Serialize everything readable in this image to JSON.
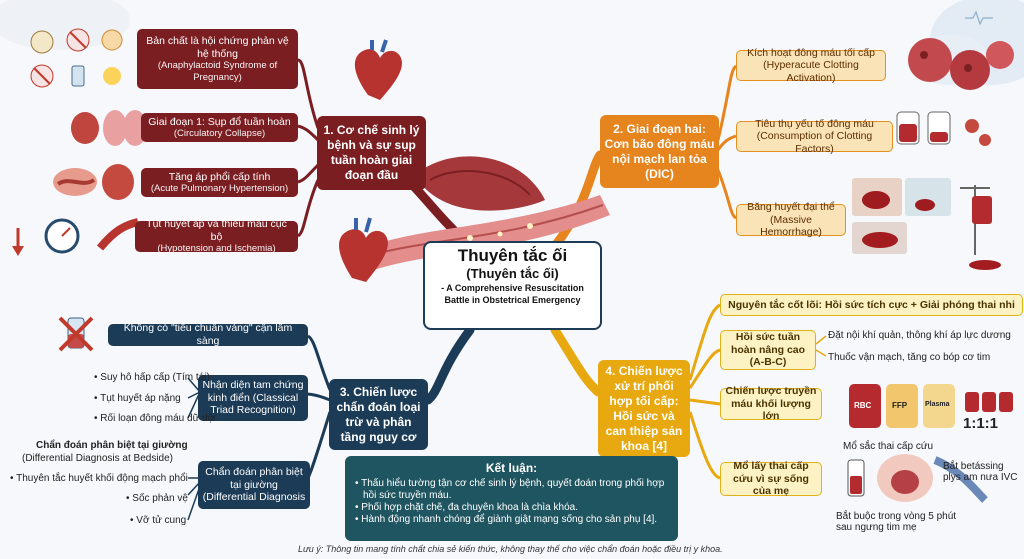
{
  "center": {
    "title": "Thuyên tắc ối",
    "subtitle": "(Thuyên tắc ối)",
    "tagline": "- A Comprehensive Resuscitation Battle in Obstetrical Emergency"
  },
  "branch1": {
    "title": "1. Cơ chế sinh lý bệnh và sự sụp tuần hoàn giai đoạn đầu",
    "items": [
      {
        "vi": "Bản chất là hội chứng phản vệ hệ thống",
        "en": "(Anaphylactoid Syndrome of Pregnancy)"
      },
      {
        "vi": "Giai đoạn 1: Sụp đổ tuần hoàn",
        "en": "(Circulatory Collapse)"
      },
      {
        "vi": "Tăng áp phổi cấp tính",
        "en": "(Acute Pulmonary Hypertension)"
      },
      {
        "vi": "Tụt huyết áp và thiếu máu cục bộ",
        "en": "(Hypotension and Ischemia)"
      }
    ]
  },
  "branch2": {
    "title": "2. Giai đoạn hai: Cơn bão đông máu nội mạch lan tỏa (DIC)",
    "items": [
      {
        "vi": "Kích hoạt đông máu tối cấp",
        "en": "(Hyperacute Clotting Activation)"
      },
      {
        "vi": "Tiêu thụ yếu tố đông máu",
        "en": "(Consumption of Clotting Factors)"
      },
      {
        "vi": "Băng huyết đại thể",
        "en": "(Massive Hemorrhage)"
      }
    ]
  },
  "branch3": {
    "title": "3. Chiến lược chẩn đoán loại trừ và phân tầng nguy cơ",
    "no_gold": "Không có \"tiêu chuẩn vàng\" cận lâm sàng",
    "triad": {
      "label": "Nhận diện tam chứng kinh điển (Classical Triad Recognition)",
      "items": [
        "Suy hô hấp cấp (Tím tái)",
        "Tụt huyết áp nặng",
        "Rối loạn đông máu dữ dội"
      ]
    },
    "ddx_box": "Chẩn đoán phân biệt tại giường (Differential Diagnosis",
    "ddx_heading": "Chẩn đoán phân biệt tại giường",
    "ddx_heading_en": "(Differential Diagnosis at Bedside)",
    "ddx_items": [
      "Thuyên tắc huyết khối động mạch phổi",
      "Sốc phản vệ",
      "Vỡ tử cung"
    ]
  },
  "branch4": {
    "title": "4. Chiến lược xử trí phối hợp tối cấp: Hồi sức và can thiệp sản khoa [4]",
    "principle": "Nguyên tắc cốt lõi: Hồi sức tích cực + Giải phóng thai nhi",
    "acls": {
      "label": "Hồi sức tuần hoàn nâng cao (A-B-C)",
      "items": [
        "Đặt nội khí quản, thông khí áp lực dương",
        "Thuốc vận mạch, tăng co bóp cơ tim"
      ]
    },
    "transfusion": {
      "label": "Chiến lược truyền máu khối lượng lớn",
      "bags": [
        "RBC",
        "FFP",
        "Plasma"
      ],
      "ratio": "1:1:1"
    },
    "cesarean": {
      "label": "Mổ lấy thai cấp cứu vì sự sống của mẹ",
      "note1": "Mổ sắc thai cấp cứu",
      "note2": "Bắt betássing plys am nưa IVC",
      "note3": "Bắt buộc trong vòng 5 phút sau ngưng tim mẹ"
    }
  },
  "conclusion": {
    "heading": "Kết luận:",
    "items": [
      "Thấu hiểu tường tận cơ chế sinh lý bệnh, quyết đoán trong phối hợp hồi sức truyền máu.",
      "Phối hợp chặt chẽ, đa chuyên khoa là chìa khóa.",
      "Hành động nhanh chóng để giành giật mạng sống cho sản phụ [4]."
    ]
  },
  "footnote": "Lưu ý: Thông tin mang tính chất chia sẻ kiến thức, không thay thế cho việc chẩn đoán hoặc điều trị y khoa.",
  "colors": {
    "red": "#7b1e22",
    "orange": "#e6841e",
    "navy": "#1c3b57",
    "yellow": "#e8a80f",
    "teal": "#1f5560"
  }
}
